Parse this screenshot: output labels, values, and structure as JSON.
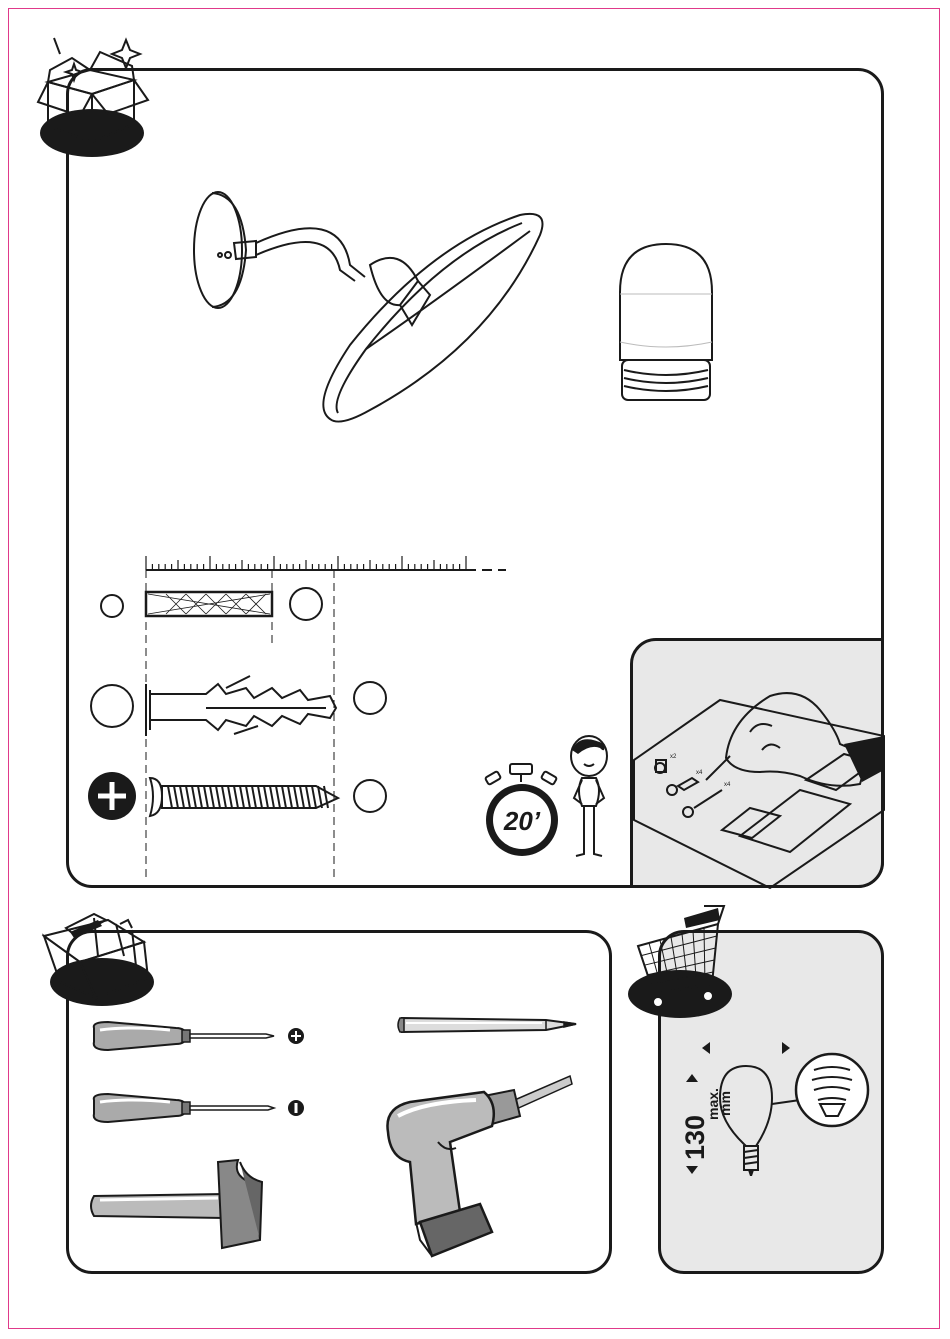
{
  "timer": {
    "minutes": "20’"
  },
  "bulb": {
    "size_value": "130",
    "size_unit_max": "max.",
    "size_unit_mm": "mm"
  },
  "hint": {
    "qty_1": "x2",
    "qty_2": "x4",
    "qty_3": "x4"
  },
  "colors": {
    "ink": "#1a1a1a",
    "panel_gray": "#e8e8e8",
    "trim_line": "#e0398a"
  },
  "icons": [
    "open-box-icon",
    "toolbox-icon",
    "shopping-cart-icon",
    "phillips-icon",
    "slotted-icon",
    "plus-icon"
  ]
}
